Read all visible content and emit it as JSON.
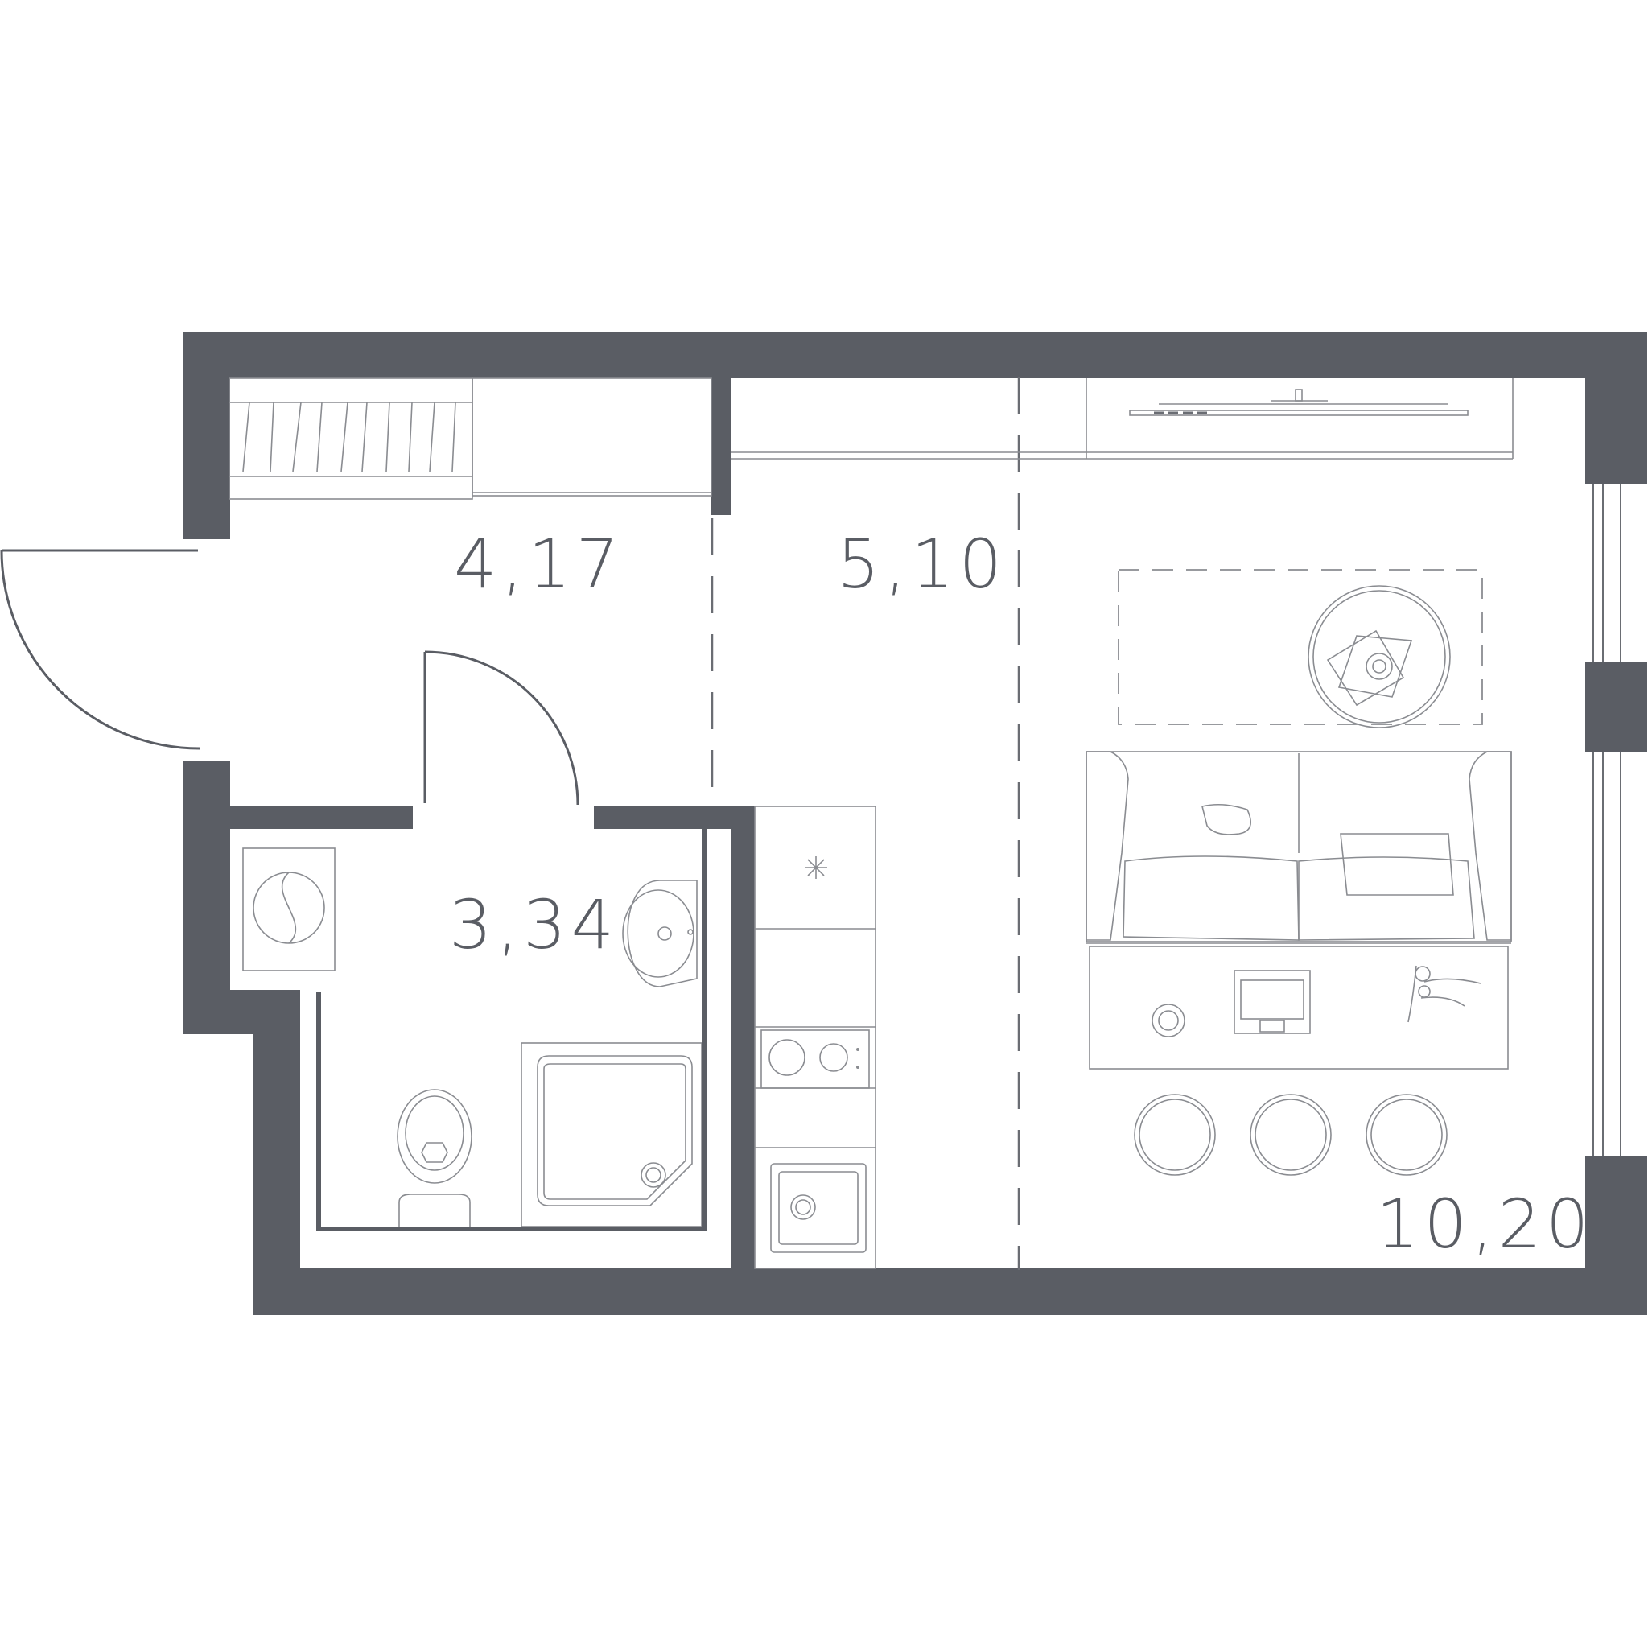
{
  "rooms": {
    "hall": {
      "area": "4,17"
    },
    "kitchen": {
      "area": "5,10"
    },
    "bathroom": {
      "area": "3,34"
    },
    "living": {
      "area": "10,20"
    }
  },
  "colors": {
    "wall": "#5a5d64",
    "line": "#6a6d73",
    "background": "#ffffff"
  }
}
